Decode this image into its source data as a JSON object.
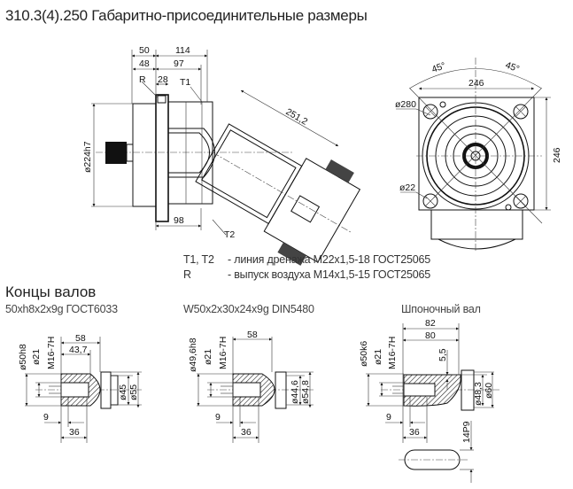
{
  "title": "310.3(4).250 Габаритно-присоединительные размеры",
  "main_view": {
    "dims": {
      "d50": "50",
      "d114": "114",
      "d48": "48",
      "d97": "97",
      "d28": "28",
      "d98": "98",
      "d251": "251,2",
      "pilot": "ø224h7"
    },
    "ports": {
      "r": "R",
      "t1": "T1",
      "t2": "T2"
    }
  },
  "front_view": {
    "dims": {
      "width": "246",
      "height": "246",
      "bolt_circle": "ø280",
      "hole": "ø22",
      "angle_left": "45°",
      "angle_right": "45°"
    }
  },
  "notes": [
    {
      "code": "T1, T2",
      "text": "- линия дренажа  M22x1,5-18 ГОСТ25065"
    },
    {
      "code": "R",
      "text": "- выпуск воздуха  M14x1,5-15 ГОСТ25065"
    }
  ],
  "shaft_ends": {
    "heading": "Концы валов",
    "items": [
      {
        "name": "50xh8x2x9g ГОСТ6033",
        "d_shaft": "ø50h8",
        "d_hole": "ø21",
        "thread": "M16-7H",
        "len": "58",
        "len2": "43,7",
        "d_inner": "ø45",
        "d_outer": "ø55",
        "depth": "9",
        "thread_len": "36"
      },
      {
        "name": "W50x2x30x24x9g DIN5480",
        "d_shaft": "ø49,6h8",
        "d_hole": "ø21",
        "thread": "M16-7H",
        "len": "58",
        "d_inner": "ø44,6",
        "d_outer": "ø54,8",
        "depth": "9",
        "thread_len": "36"
      },
      {
        "name": "Шпоночный вал",
        "d_shaft": "ø50k6",
        "d_hole": "ø21",
        "thread": "M16-7H",
        "len": "82",
        "len2": "80",
        "key_depth": "5,5",
        "d_inner": "ø48,3",
        "d_outer": "ø60",
        "depth": "9",
        "thread_len": "36",
        "key": "14P9"
      }
    ]
  }
}
